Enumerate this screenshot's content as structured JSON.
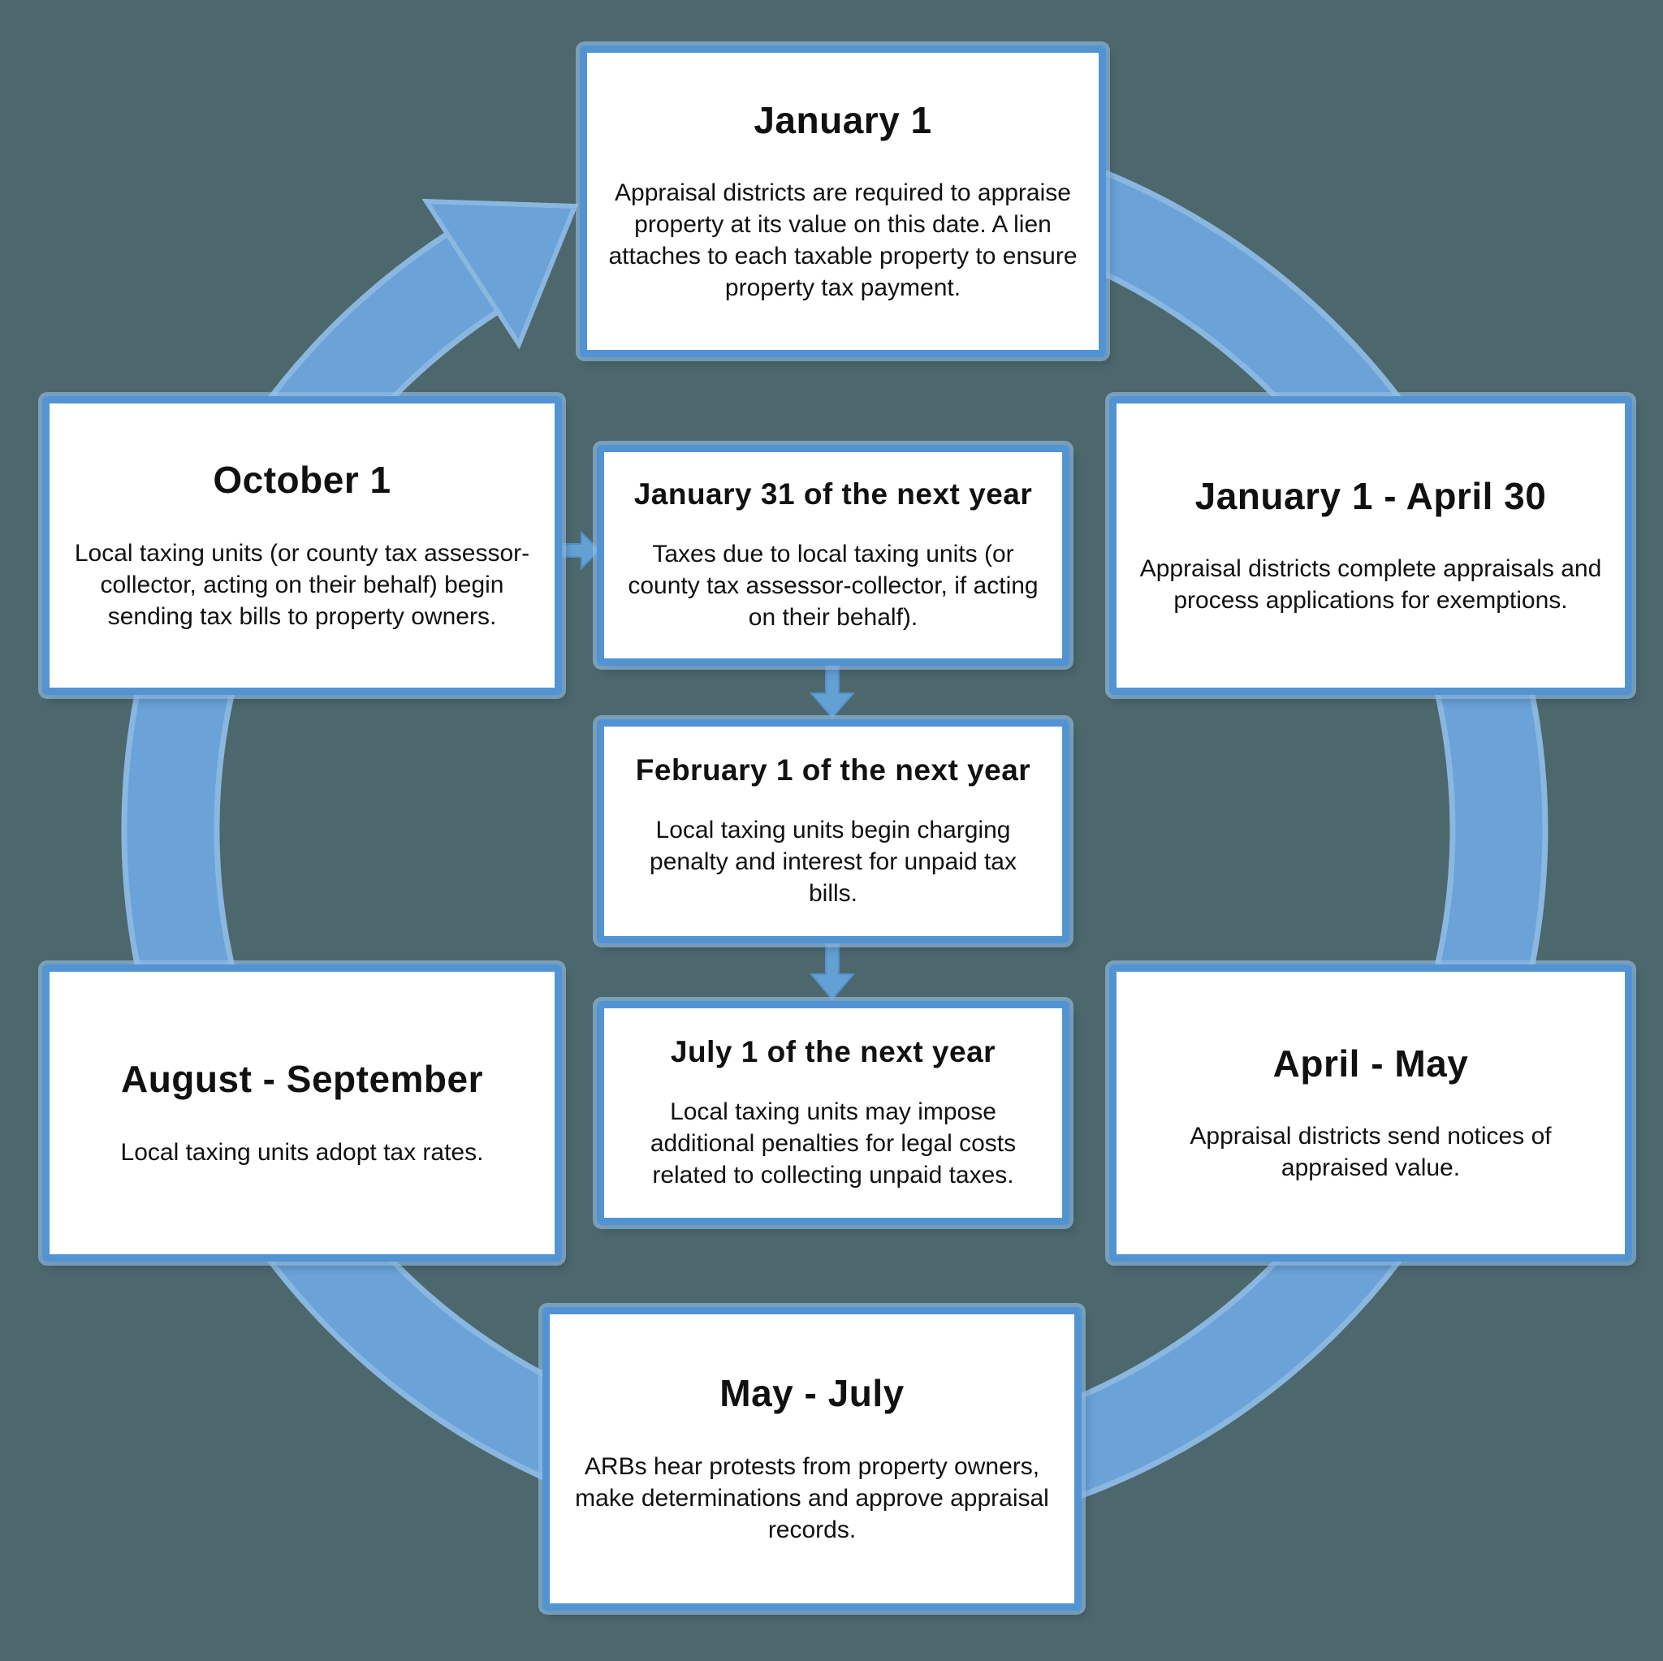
{
  "colors": {
    "background": "#4c686d",
    "ring": "#6ba2d8",
    "ring_edge": "#8ab7e0",
    "box_border": "#5294d3",
    "box_fill": "#ffffff",
    "text": "#111111"
  },
  "flow": {
    "direction": "clockwise",
    "arrows": [
      "ring-arrowhead",
      "october1-to-january31",
      "january31-to-february1",
      "february1-to-july1"
    ]
  },
  "boxes": [
    {
      "id": "january-1",
      "title": "January 1",
      "body": "Appraisal districts are required to appraise property at its value on this date. A lien attaches to each taxable property to ensure property tax payment."
    },
    {
      "id": "october-1",
      "title": "October 1",
      "body": "Local taxing units (or county tax assessor-collector, acting on their behalf) begin sending tax bills to property owners."
    },
    {
      "id": "january-31-next-year",
      "title": "January 31 of the next year",
      "body": "Taxes due to local taxing units (or county tax assessor-collector, if acting on their behalf)."
    },
    {
      "id": "january-1-april-30",
      "title": "January 1 - April 30",
      "body": "Appraisal districts complete appraisals and process applications for exemptions."
    },
    {
      "id": "february-1-next-year",
      "title": "February 1 of the next year",
      "body": "Local taxing units begin charging penalty and interest for unpaid tax bills."
    },
    {
      "id": "july-1-next-year",
      "title": "July 1 of the next year",
      "body": "Local taxing units may impose additional penalties for legal costs related to collecting unpaid taxes."
    },
    {
      "id": "august-september",
      "title": "August - September",
      "body": "Local taxing units adopt tax rates."
    },
    {
      "id": "april-may",
      "title": "April - May",
      "body": "Appraisal districts send notices of appraised value."
    },
    {
      "id": "may-july",
      "title": "May - July",
      "body": "ARBs hear protests from property owners, make determinations and approve appraisal records."
    }
  ]
}
